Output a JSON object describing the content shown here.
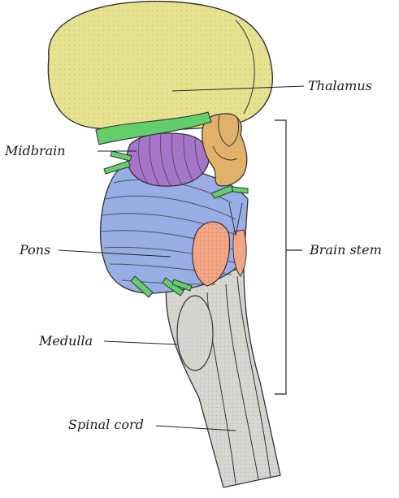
{
  "labels": {
    "thalamus": "Thalamus",
    "midbrain": "Midbrain",
    "pons": "Pons",
    "brain_stem": "Brain stem",
    "medulla": "Medulla",
    "spinal_cord": "Spinal cord"
  },
  "colors": {
    "cerebrum": "#e6e28f",
    "thalamus": "#e3b26a",
    "midbrain": "#a674c8",
    "pons": "#98aee4",
    "pons_tract": "#f3a684",
    "nerves": "#63cf6b",
    "medulla_spinal": "#d6d6d0",
    "outline": "#333333"
  }
}
